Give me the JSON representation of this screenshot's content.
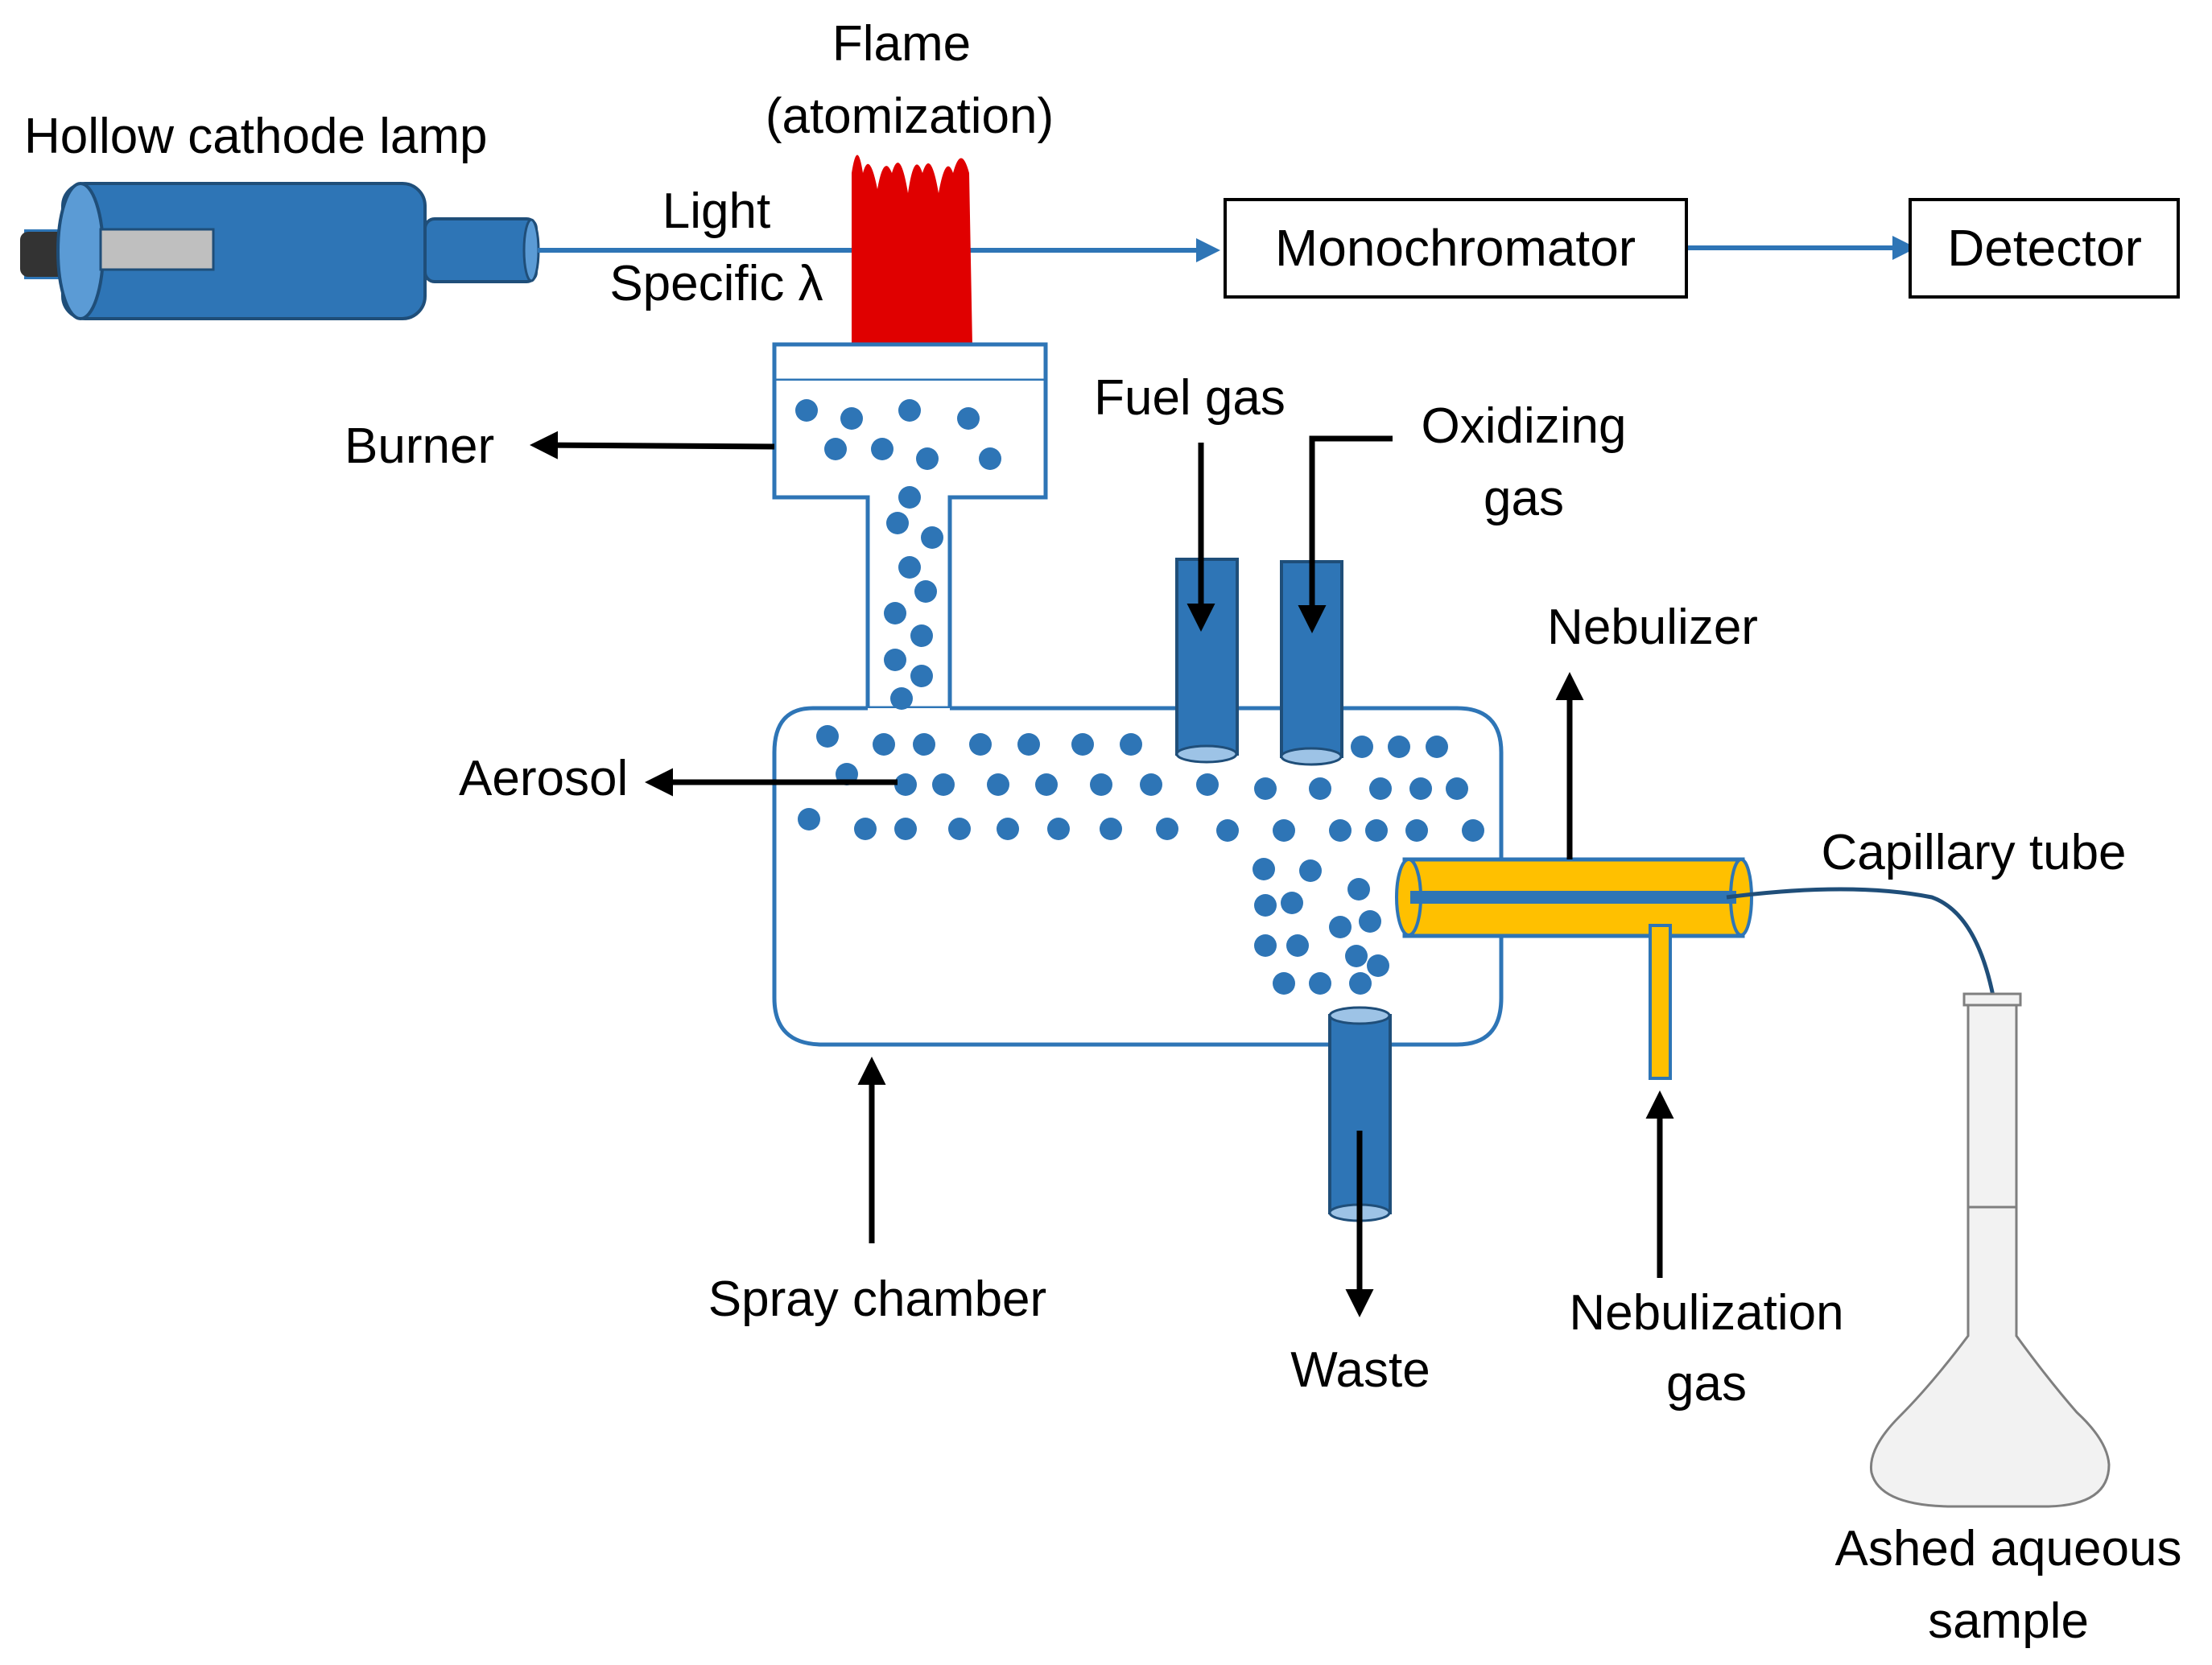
{
  "labels": {
    "lamp": "Hollow cathode lamp",
    "flame_line1": "Flame",
    "flame_line2": "(atomization)",
    "light": "Light",
    "specific": "Specific λ",
    "monochromator": "Monochromator",
    "detector": "Detector",
    "burner": "Burner",
    "fuel_gas": "Fuel gas",
    "oxidizing_line1": "Oxidizing",
    "oxidizing_line2": "gas",
    "nebulizer": "Nebulizer",
    "aerosol": "Aerosol",
    "capillary_tube": "Capillary tube",
    "spray_chamber": "Spray chamber",
    "waste": "Waste",
    "nebulization_line1": "Nebulization",
    "nebulization_line2": "gas",
    "sample_line1": "Ashed aqueous",
    "sample_line2": "sample"
  },
  "colors": {
    "blue": "#2e75b6",
    "dark_blue": "#1f4e79",
    "flame_red": "#e00000",
    "nebulizer_yellow": "#ffc000",
    "nebulizer_outline": "#2e75b6",
    "flask_fill": "#f2f2f2"
  }
}
